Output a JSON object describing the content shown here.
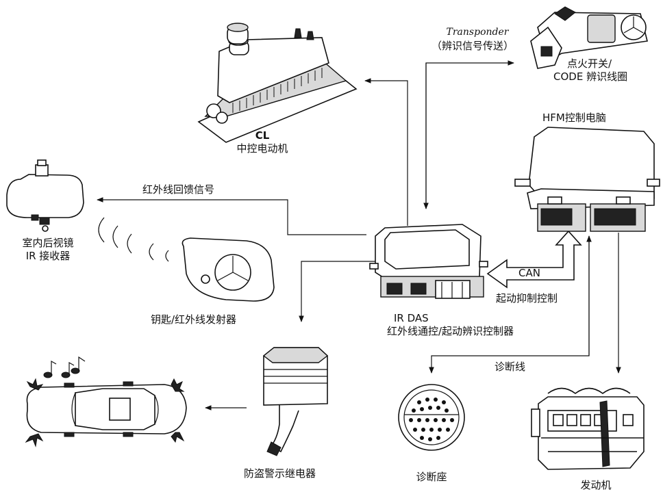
{
  "labels": {
    "cl_line1": "CL",
    "cl_line2": "中控电动机",
    "transponder_en": "Transponder",
    "transponder_cn": "（辨识信号传送）",
    "ignition_line1": "点火开关/",
    "ignition_line2": "CODE 辨识线圈",
    "hfm": "HFM控制电脑",
    "ir_feedback": "红外线回馈信号",
    "mirror_line1": "室内后视镜",
    "mirror_line2": "IR 接收器",
    "key": "钥匙/红外线发射器",
    "can": "CAN",
    "start_inhibit": "起动抑制控制",
    "irdas_line1": "IR DAS",
    "irdas_line2": "红外线通控/起动辨识控制器",
    "diag_line": "诊断线",
    "alarm_relay": "防盗警示继电器",
    "diag_socket": "诊断座",
    "engine": "发动机"
  },
  "colors": {
    "ink": "#111111",
    "background": "#ffffff",
    "shade": "#d9d9d9"
  }
}
